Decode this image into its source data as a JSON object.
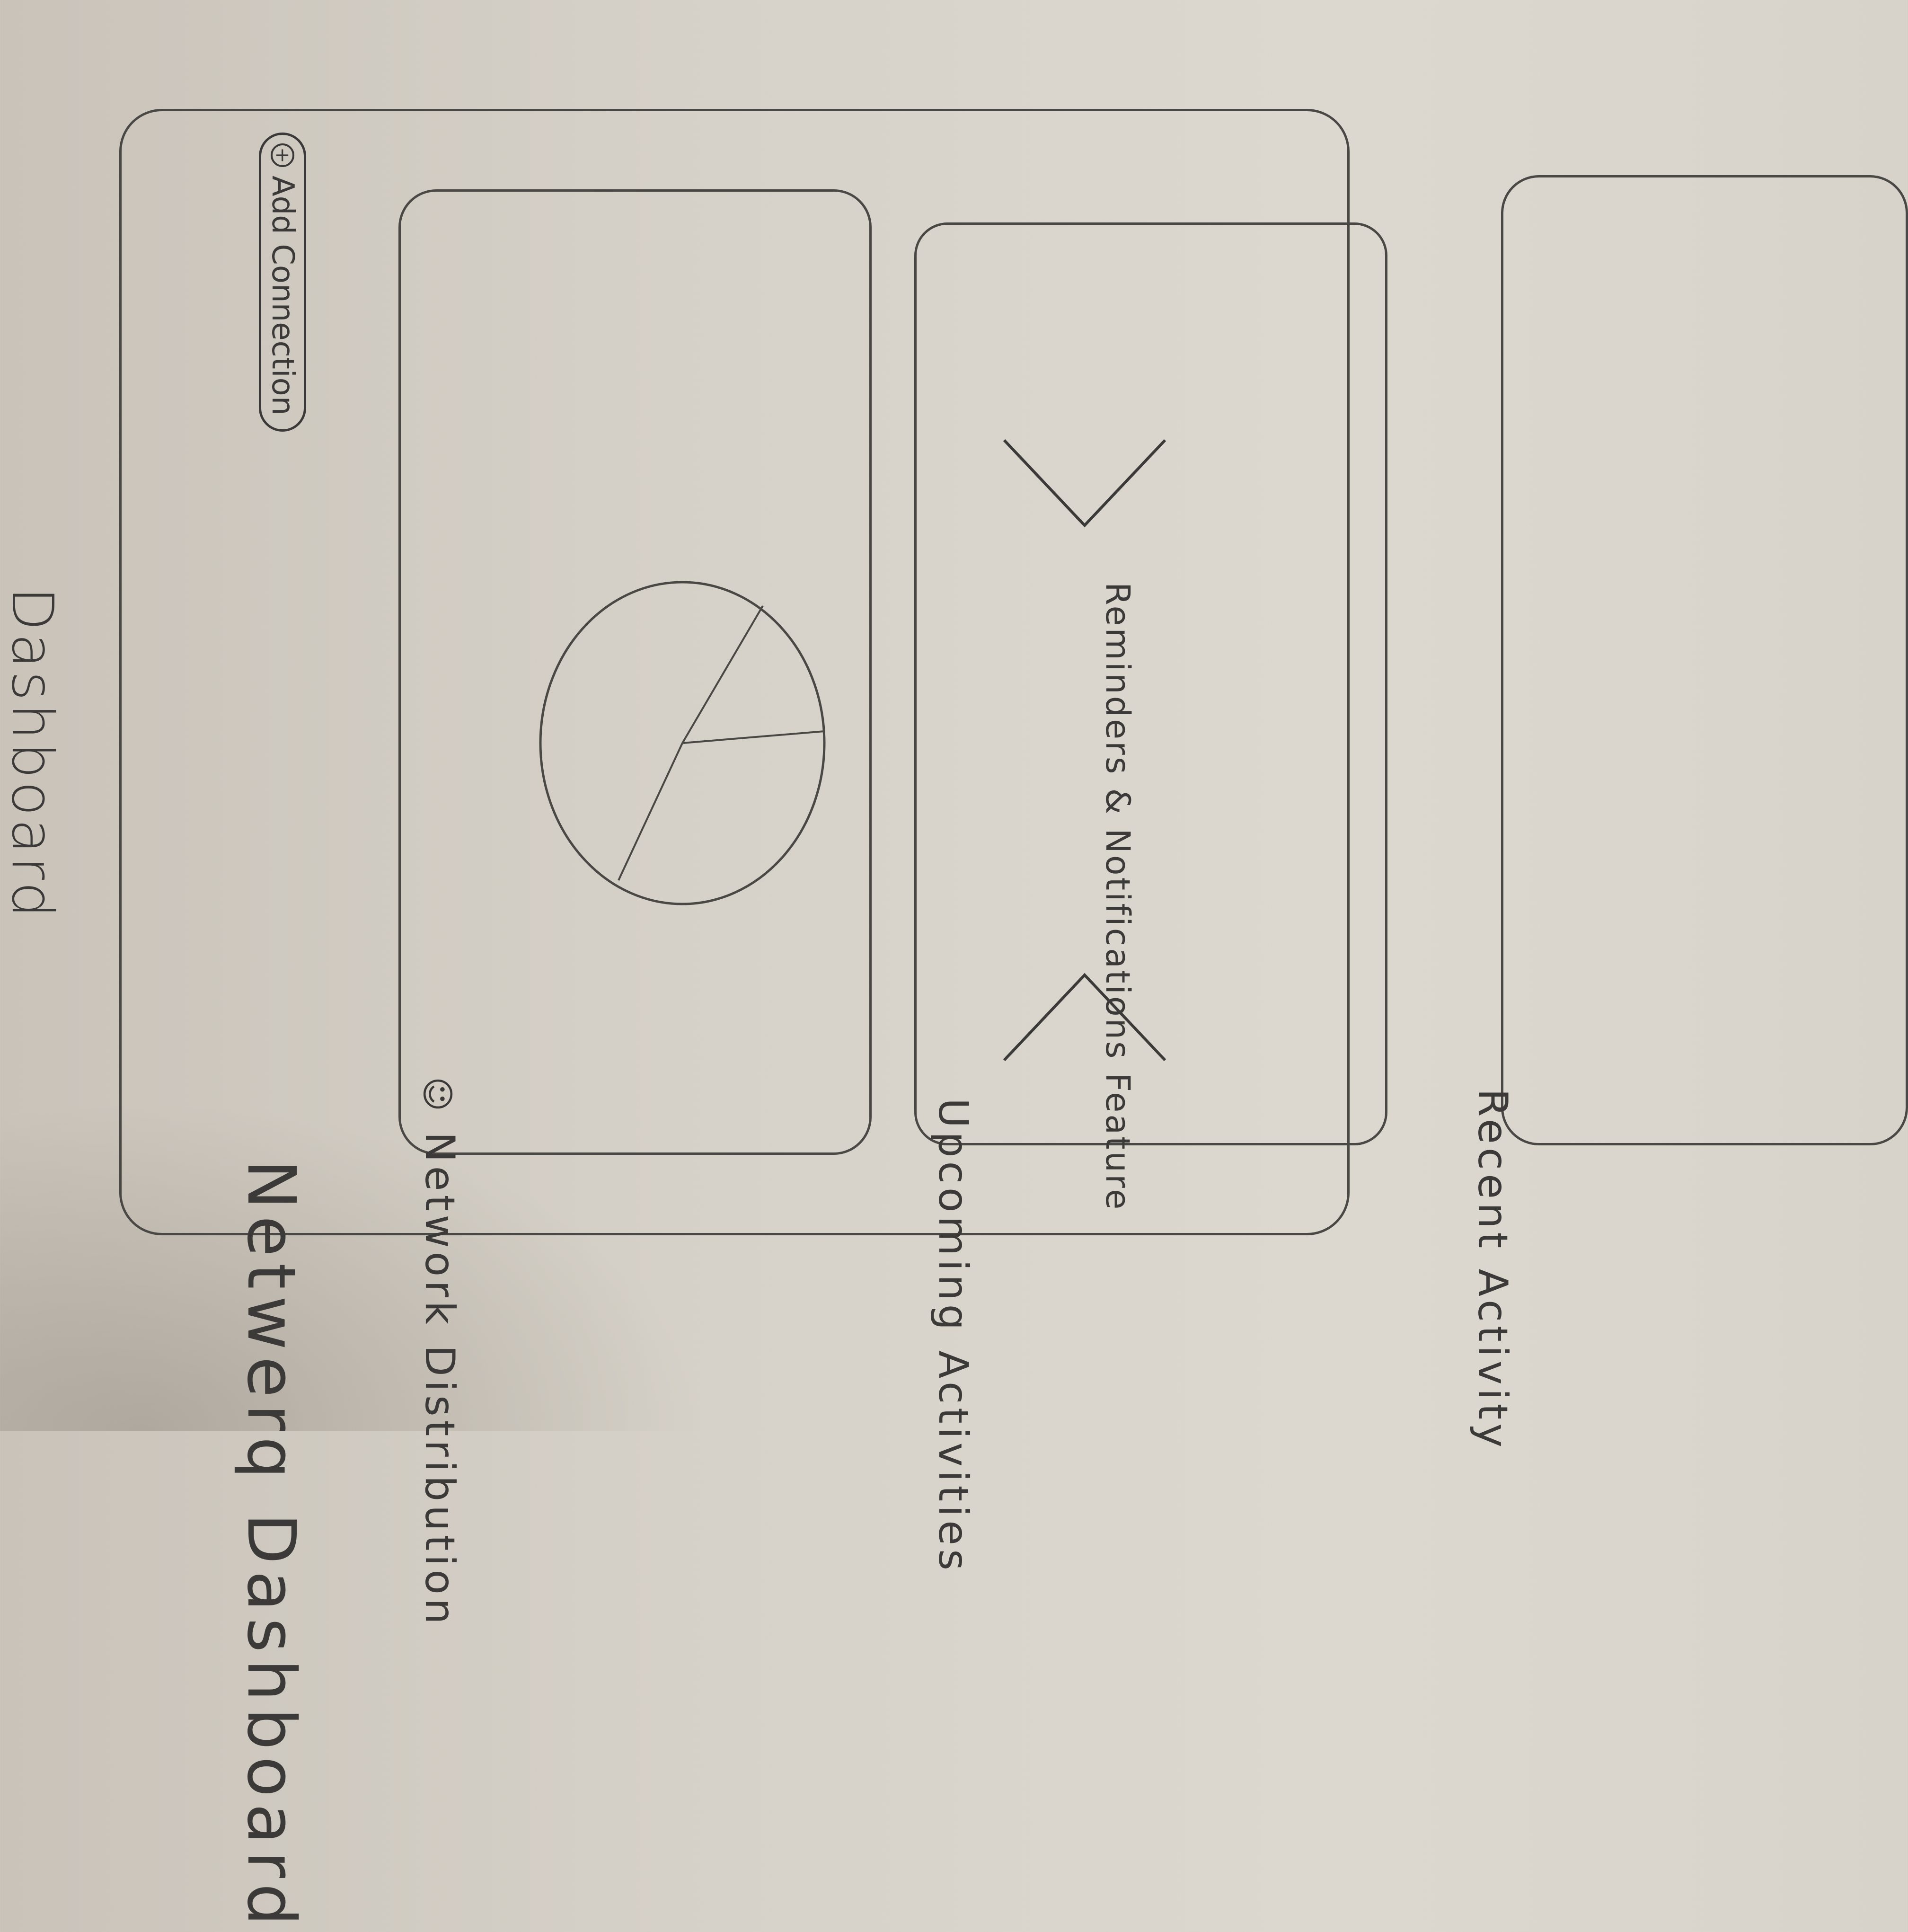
{
  "page_heading": "Dashboard",
  "app": {
    "title": "Netwerq Dashboard",
    "add_button_label": "Add Connection",
    "add_button_icon": "plus-circle-icon"
  },
  "cards": {
    "network_distribution": {
      "title": "Network Distribution",
      "icon": "person-icon"
    },
    "upcoming_activities": {
      "title": "Upcoming Activities",
      "carousel_text": "Reminders & Notifications Feature",
      "prev_icon": "chevron-left-icon",
      "next_icon": "chevron-right-icon"
    },
    "recent_activity": {
      "title": "Recent Activity"
    }
  },
  "colors": {
    "ink": "#3b3a38",
    "paper": "#d6d1c8"
  }
}
